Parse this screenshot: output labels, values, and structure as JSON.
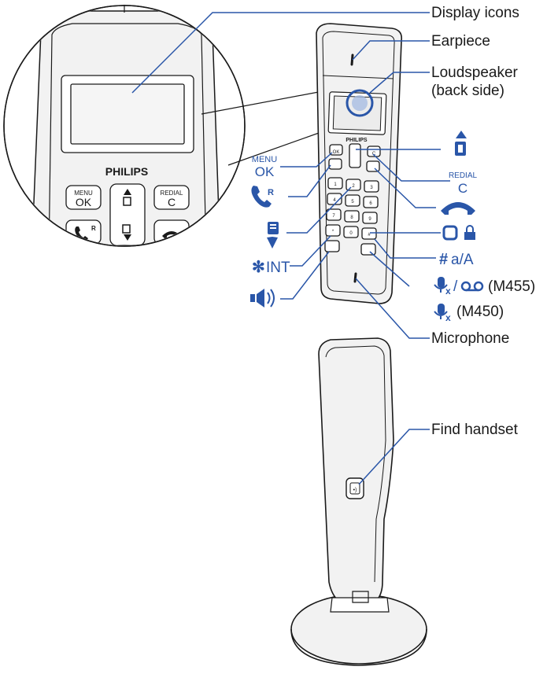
{
  "brand": "PHILIPS",
  "colors": {
    "accent": "#2a56a8",
    "ink": "#1a1a1a",
    "body": "#f2f2f2"
  },
  "labels": {
    "display_icons": "Display icons",
    "earpiece": "Earpiece",
    "loudspeaker_1": "Loudspeaker",
    "loudspeaker_2": "(back side)",
    "microphone": "Microphone",
    "find_handset": "Find handset",
    "m455": "(M455)",
    "m450": "(M450)"
  },
  "keys": {
    "menu_top": "MENU",
    "menu_ok": "OK",
    "redial_top": "REDIAL",
    "redial_c": "C",
    "talk_r": "R",
    "hash_label": "a/A",
    "star_label": "INT",
    "mute_sep": "/"
  },
  "icons": [
    "phonebook-up-icon",
    "talk-icon",
    "end-call-icon",
    "call-log-down-icon",
    "keylock-icon",
    "hash-icon",
    "star-icon",
    "mute-mic-icon",
    "answering-machine-icon",
    "speaker-icon",
    "find-handset-icon"
  ]
}
